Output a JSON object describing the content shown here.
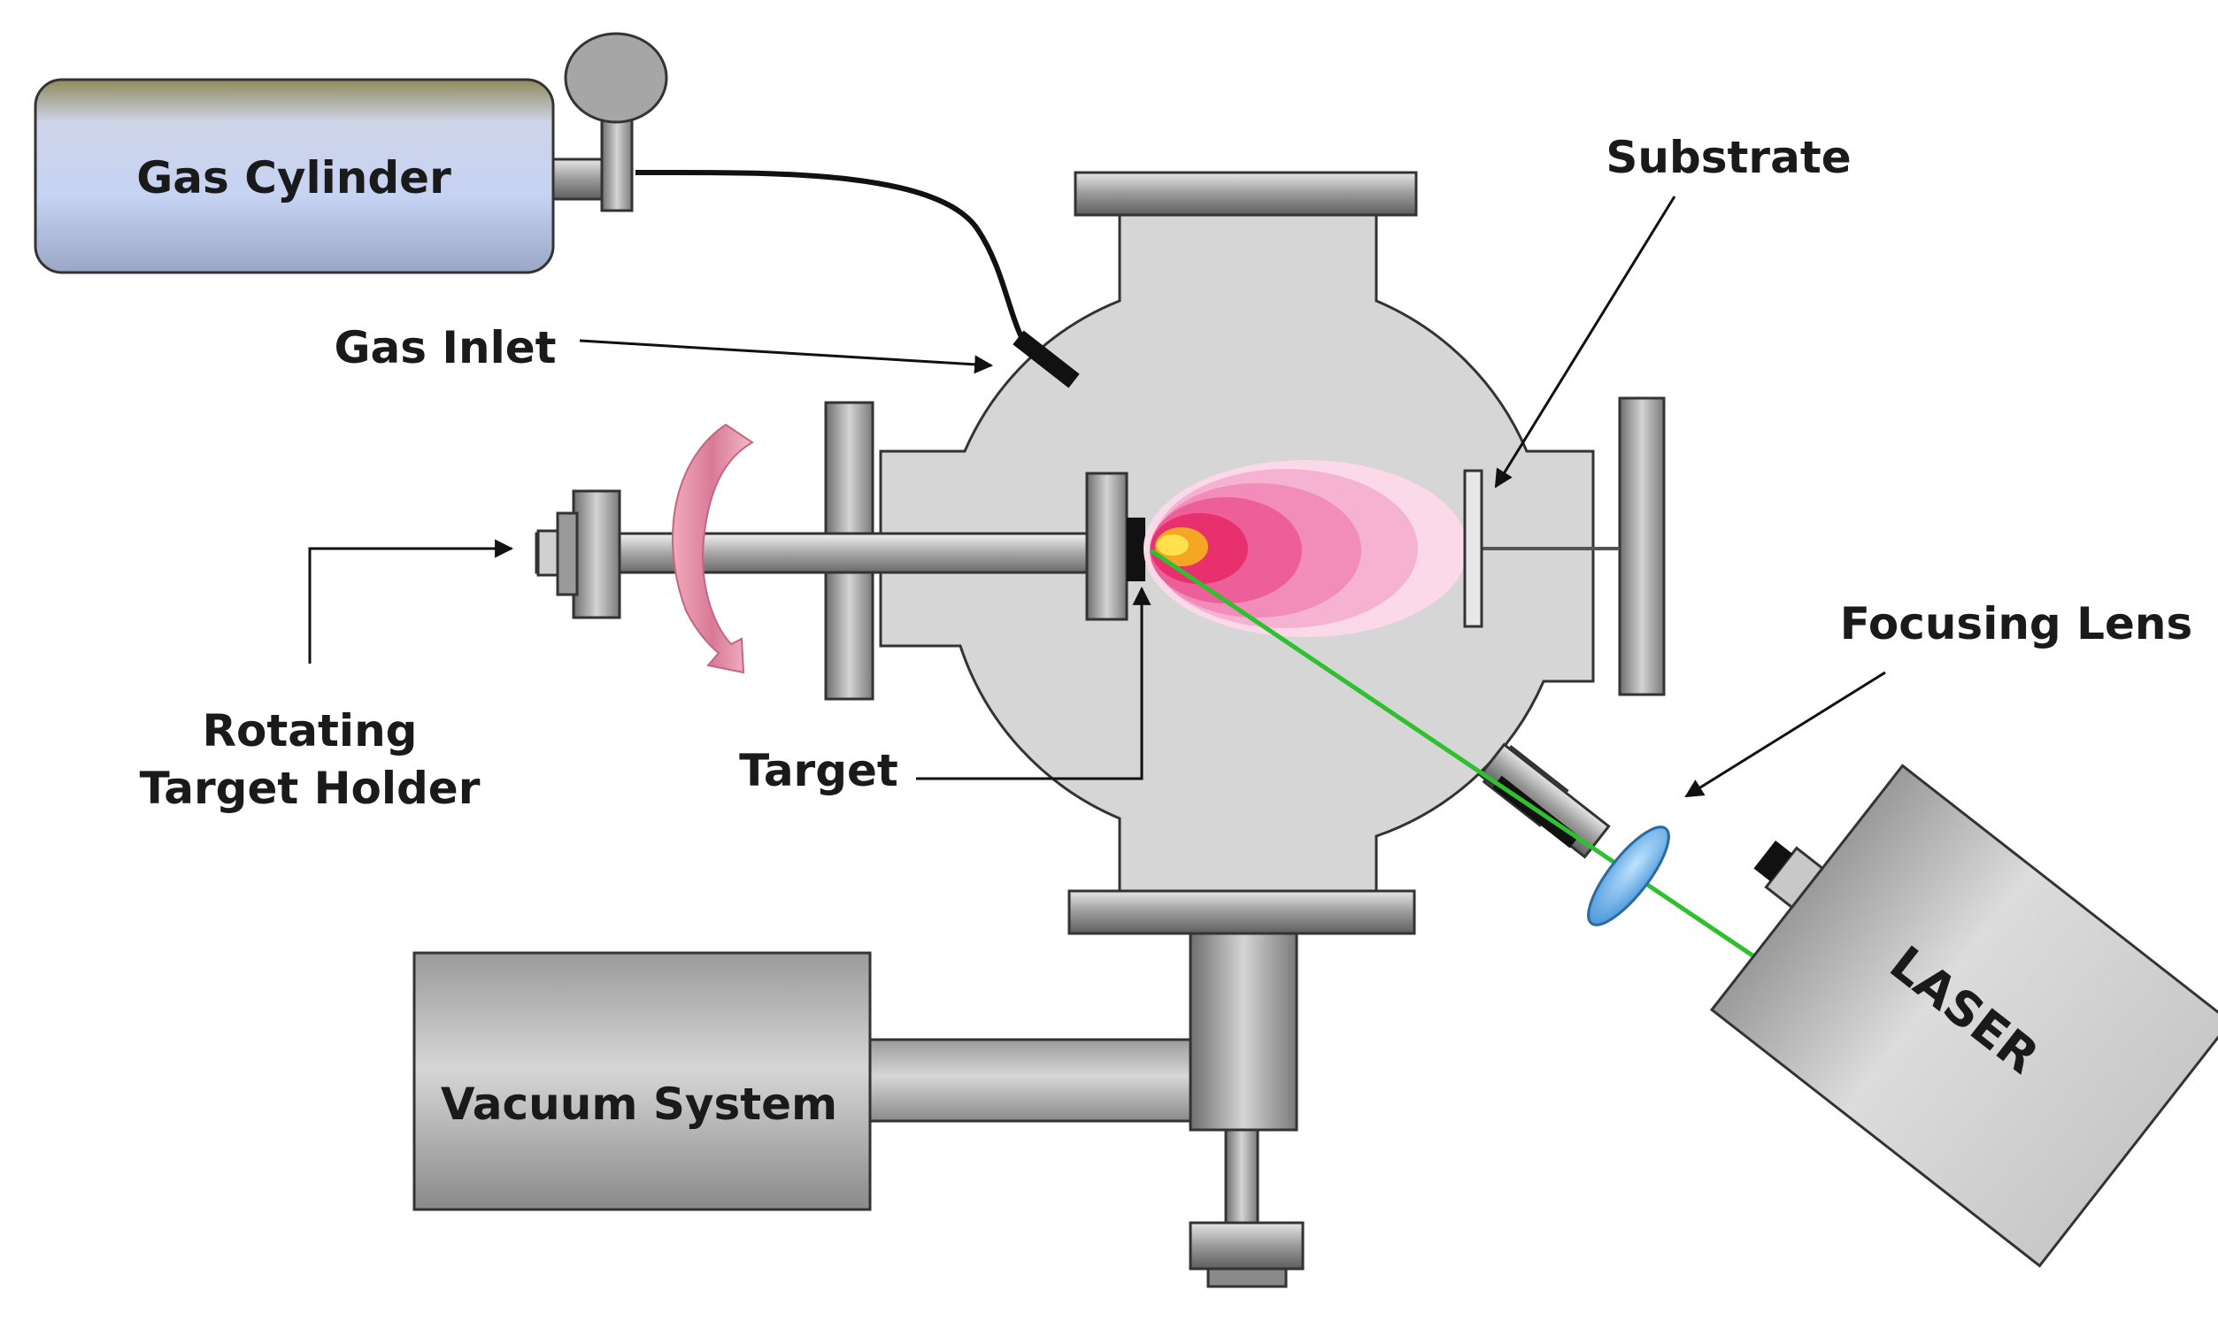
{
  "labels": {
    "gas_cylinder": "Gas Cylinder",
    "gas_inlet": "Gas Inlet",
    "substrate": "Substrate",
    "focusing_lens": "Focusing Lens",
    "rotating_line1": "Rotating",
    "rotating_line2": "Target Holder",
    "target": "Target",
    "vacuum_system": "Vacuum System",
    "laser": "LASER"
  },
  "colors": {
    "chamber": "#d6d6d6",
    "cylinder": "#c9d6f2",
    "plume_outer": "#f7c6de",
    "plume_inner": "#e8306f",
    "plume_core": "#ffe14d",
    "laser_beam": "#2fc02f",
    "lens": "#6ab8f0"
  },
  "icons": {
    "rotation": "curved-arrow-icon"
  }
}
